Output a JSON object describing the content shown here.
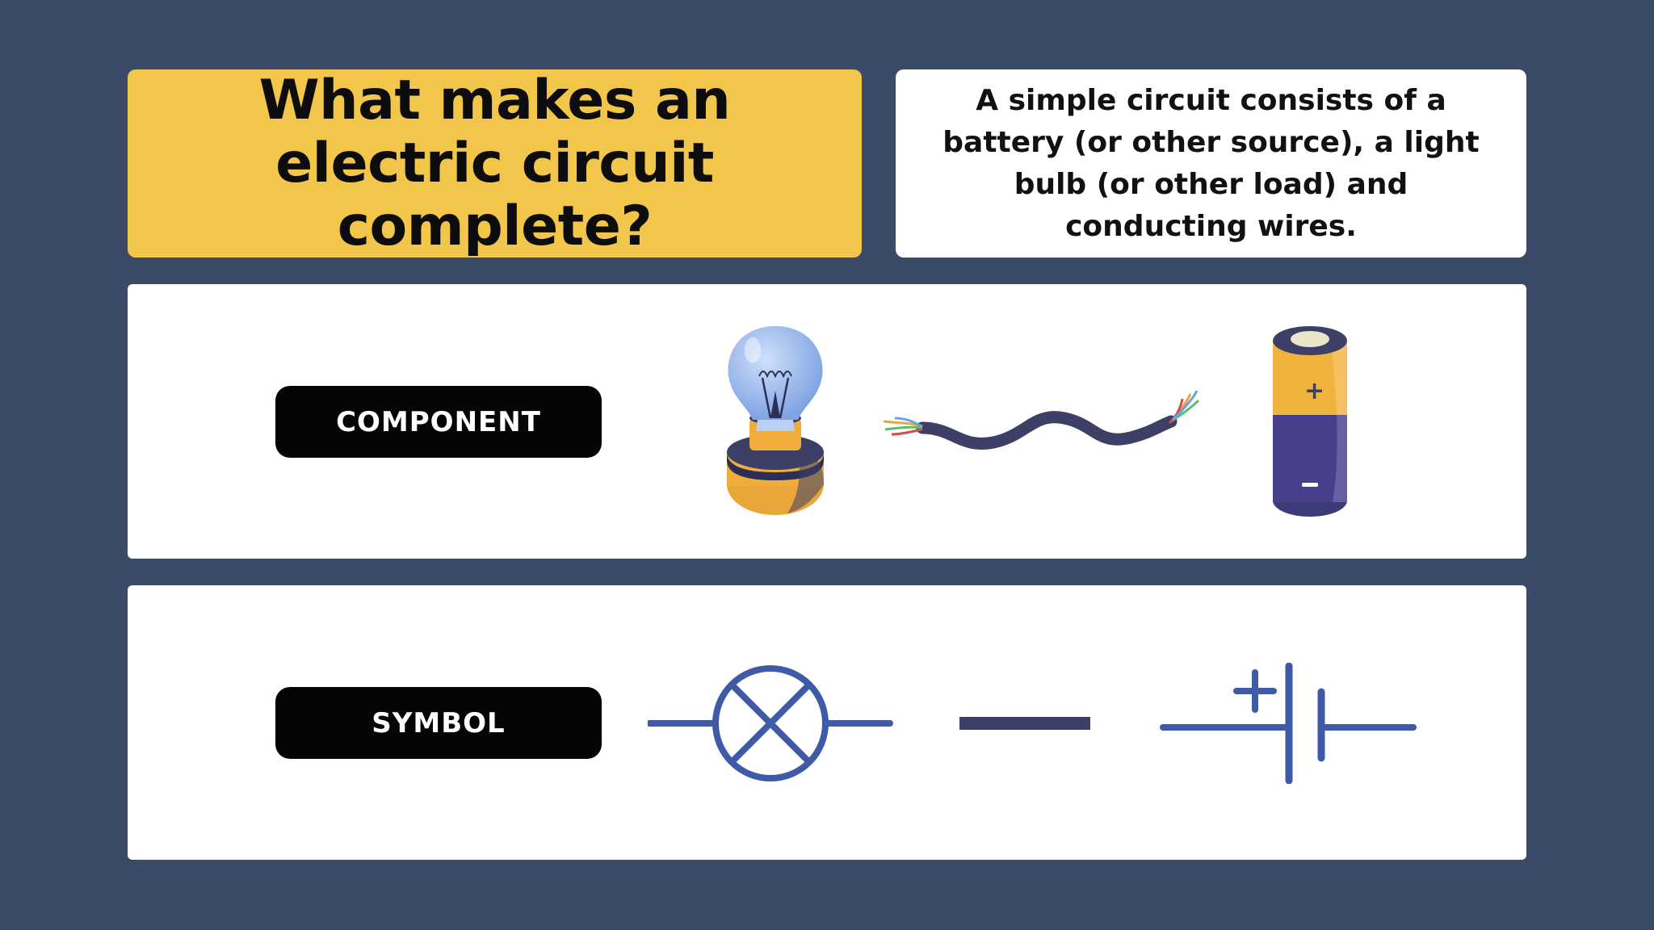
{
  "title": "What makes an electric circuit complete?",
  "description": "A simple circuit consists of a battery (or other source), a light bulb (or other load) and conducting wires.",
  "rows": {
    "component": {
      "label": "COMPONENT",
      "items": [
        "light-bulb-icon",
        "wire-icon",
        "battery-icon"
      ]
    },
    "symbol": {
      "label": "SYMBOL",
      "items": [
        "lamp-symbol-icon",
        "wire-symbol-icon",
        "battery-symbol-icon"
      ]
    }
  },
  "colors": {
    "background": "#3a4a68",
    "title_card": "#f2c64b",
    "card": "#ffffff",
    "pill": "#050505",
    "symbol_blue": "#3f5ba8",
    "wire_navy": "#3d3f66"
  }
}
